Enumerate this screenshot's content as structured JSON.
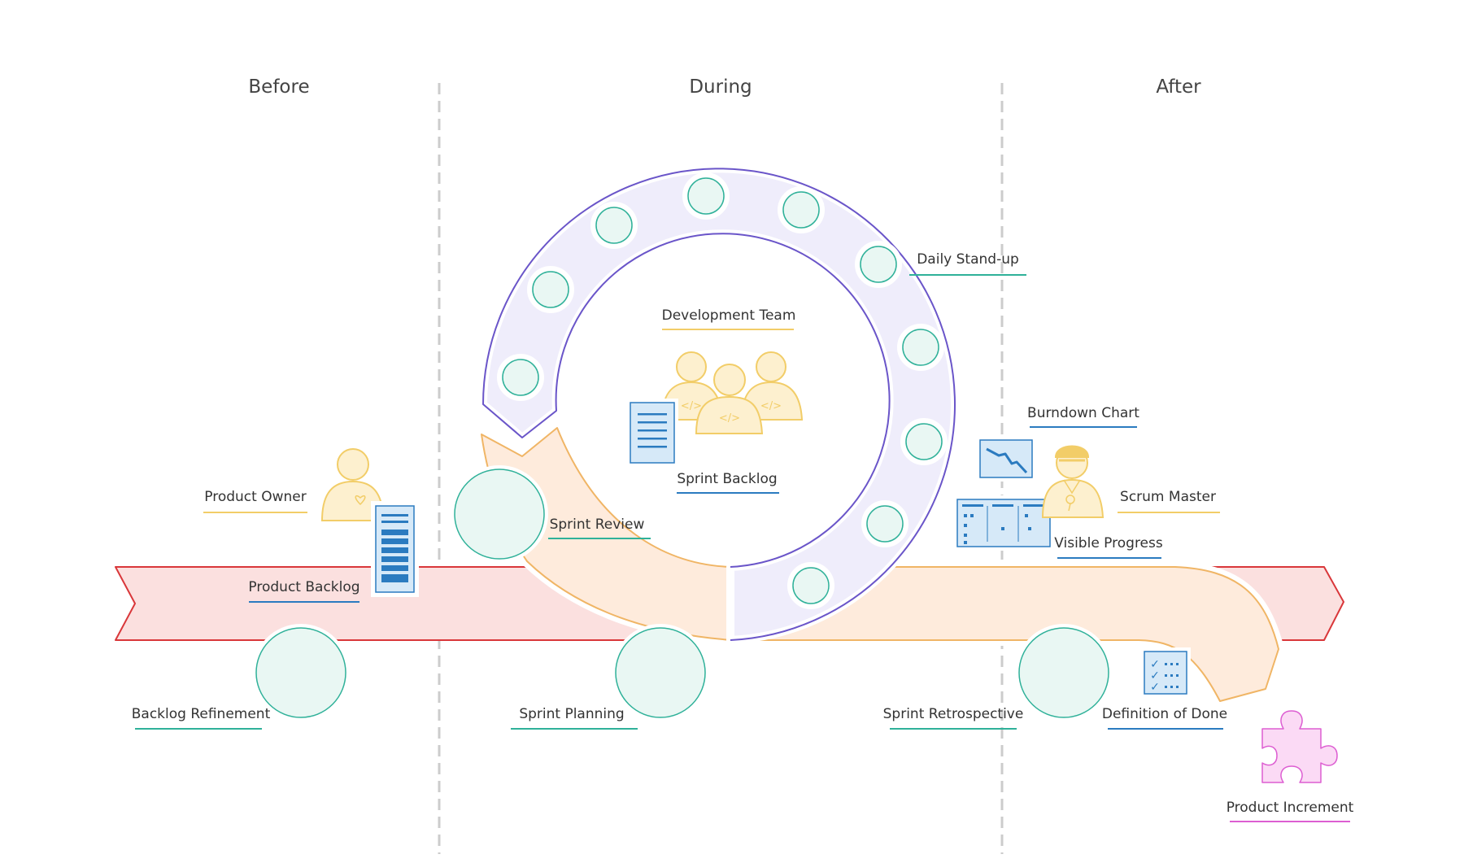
{
  "phases": {
    "before": "Before",
    "during": "During",
    "after": "After"
  },
  "labels": {
    "product_owner": "Product Owner",
    "product_backlog": "Product Backlog",
    "backlog_refinement": "Backlog Refinement",
    "sprint_planning": "Sprint Planning",
    "sprint_review": "Sprint Review",
    "development_team": "Development Team",
    "sprint_backlog": "Sprint Backlog",
    "daily_standup": "Daily Stand-up",
    "burndown_chart": "Burndown Chart",
    "scrum_master": "Scrum Master",
    "visible_progress": "Visible Progress",
    "sprint_retrospective": "Sprint Retrospective",
    "definition_of_done": "Definition of Done",
    "product_increment": "Product Increment"
  },
  "icons": {
    "code_glyph": "</>",
    "checkmark": "✓"
  },
  "colors": {
    "arrow_fill": "#fbe0df",
    "arrow_stroke": "#d9373a",
    "loop_fill": "#efedfb",
    "loop_stroke": "#6a55c9",
    "flow_fill": "#feebdc",
    "flow_stroke": "#f0b565",
    "circle_fill": "#e9f7f3",
    "circle_stroke": "#2fb199",
    "person_fill": "#fdf0cf",
    "person_stroke": "#f2cd68",
    "doc_fill": "#d6e9f8",
    "doc_stroke": "#2b7bc0",
    "puzzle_fill": "#fbdaf5",
    "puzzle_stroke": "#dd5ed2",
    "divider": "#cccccc"
  }
}
